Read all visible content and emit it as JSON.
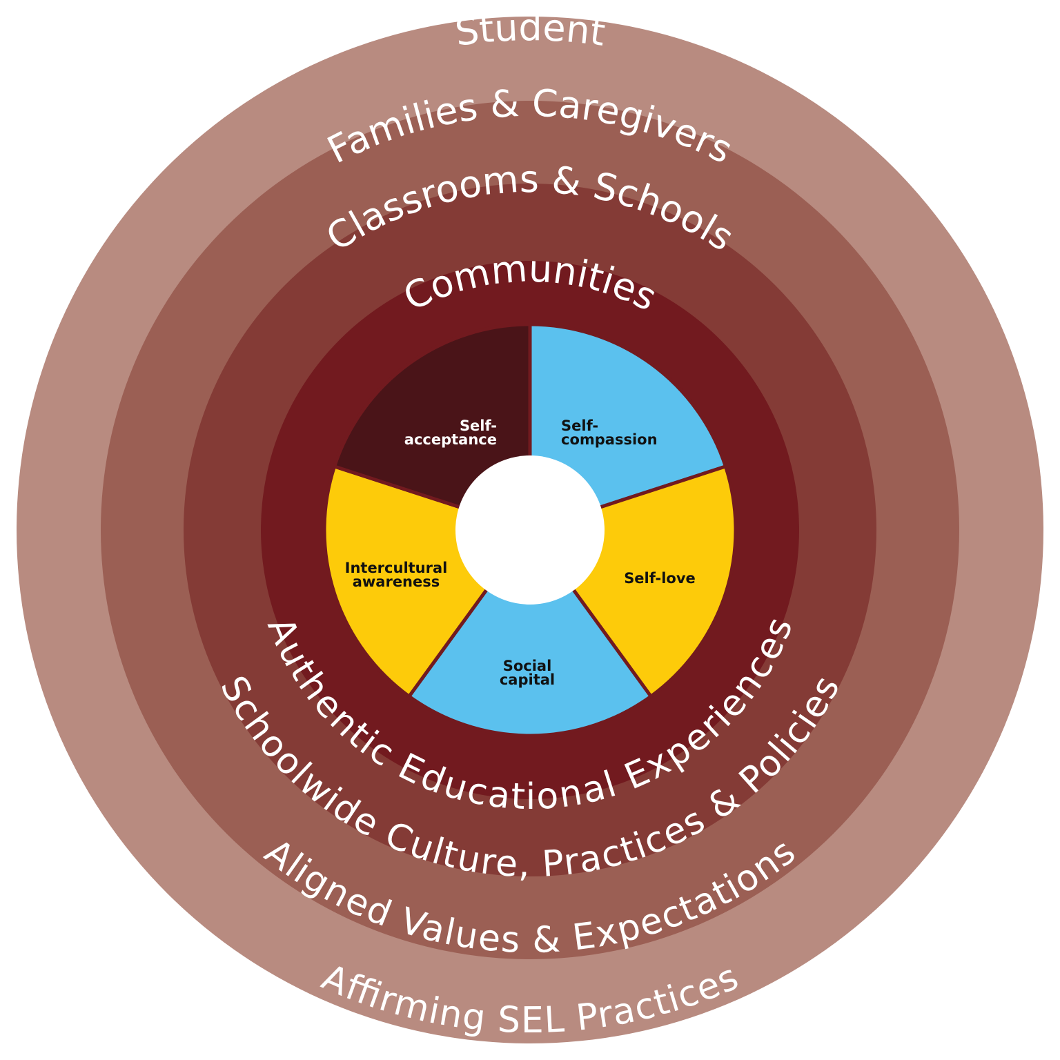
{
  "colors": {
    "ring_student": "#b88b80",
    "ring_families": "#9b5f54",
    "ring_classrooms": "#843b36",
    "ring_communities": "#721a1f",
    "segment_dark": "#4a1418",
    "segment_blue": "#5bc1ee",
    "segment_yellow": "#fdcb0a",
    "center": "#ffffff"
  },
  "rings": {
    "student": "Student",
    "families": "Families & Caregivers",
    "classrooms": "Classrooms & Schools",
    "communities": "Communities",
    "authentic": "Authentic Educational Experiences",
    "schoolwide": "Schoolwide Culture, Practices & Policies",
    "aligned": "Aligned Values & Expectations",
    "affirming": "Affirming SEL Practices"
  },
  "segments": [
    {
      "id": "self-compassion",
      "color": "segment_blue",
      "text_color": "#111111",
      "lines": [
        "Self-",
        "compassion"
      ]
    },
    {
      "id": "self-love",
      "color": "segment_yellow",
      "text_color": "#111111",
      "lines": [
        "Self-love"
      ]
    },
    {
      "id": "social-capital",
      "color": "segment_blue",
      "text_color": "#111111",
      "lines": [
        "Social",
        "capital"
      ]
    },
    {
      "id": "intercultural-awareness",
      "color": "segment_yellow",
      "text_color": "#111111",
      "lines": [
        "Intercultural",
        "awareness"
      ]
    },
    {
      "id": "self-acceptance",
      "color": "segment_dark",
      "text_color": "#ffffff",
      "lines": [
        "Self-",
        "acceptance"
      ]
    }
  ]
}
